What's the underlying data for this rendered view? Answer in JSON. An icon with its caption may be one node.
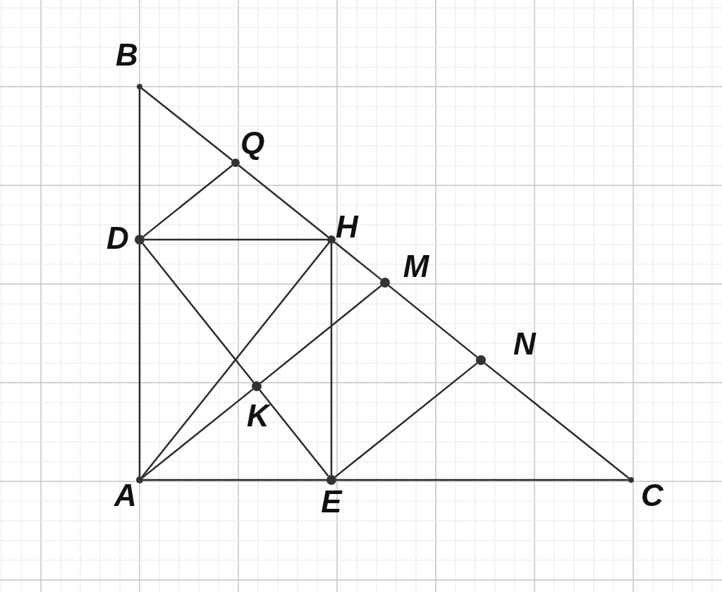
{
  "diagram": {
    "nodes": [
      {
        "text": [
          "B"
        ]
      },
      {
        "text": [
          "Q"
        ]
      },
      {
        "text": [
          "D"
        ]
      },
      {
        "text": [
          "H"
        ]
      },
      {
        "text": [
          "M"
        ]
      },
      {
        "text": [
          "N"
        ]
      },
      {
        "text": [
          "K"
        ]
      },
      {
        "text": [
          "A"
        ]
      },
      {
        "text": [
          "E"
        ]
      },
      {
        "text": [
          "C"
        ]
      }
    ],
    "edges": [
      {
        "from": 0,
        "to": 2,
        "arrow": "none"
      },
      {
        "from": 2,
        "to": 7,
        "arrow": "none"
      },
      {
        "from": 0,
        "to": 1,
        "arrow": "none"
      },
      {
        "from": 1,
        "to": 3,
        "arrow": "none"
      },
      {
        "from": 3,
        "to": 4,
        "arrow": "none"
      },
      {
        "from": 4,
        "to": 5,
        "arrow": "none"
      },
      {
        "from": 5,
        "to": 9,
        "arrow": "none"
      },
      {
        "from": 7,
        "to": 8,
        "arrow": "none"
      },
      {
        "from": 8,
        "to": 9,
        "arrow": "none"
      },
      {
        "from": 2,
        "to": 1,
        "arrow": "none"
      },
      {
        "from": 2,
        "to": 3,
        "arrow": "none"
      },
      {
        "from": 2,
        "to": 6,
        "arrow": "none"
      },
      {
        "from": 6,
        "to": 8,
        "arrow": "none"
      },
      {
        "from": 7,
        "to": 3,
        "arrow": "none"
      },
      {
        "from": 3,
        "to": 8,
        "arrow": "none"
      },
      {
        "from": 7,
        "to": 6,
        "arrow": "none"
      },
      {
        "from": 6,
        "to": 4,
        "arrow": "none"
      },
      {
        "from": 8,
        "to": 5,
        "arrow": "none"
      }
    ]
  }
}
